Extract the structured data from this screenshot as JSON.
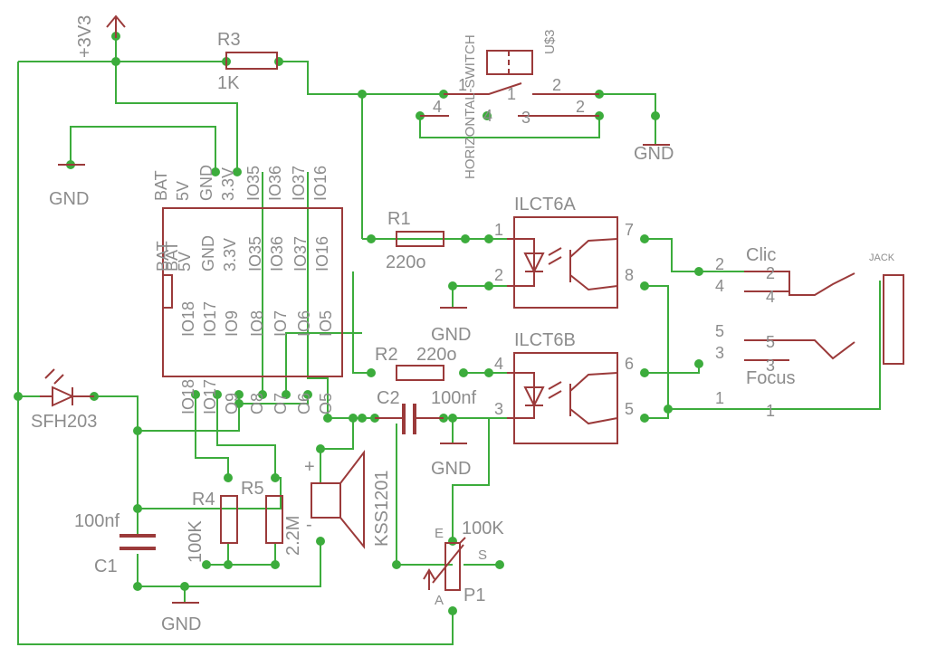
{
  "nets": {
    "supply": "+3V3",
    "gnd": "GND"
  },
  "chip": {
    "top_pins": [
      "BAT",
      "5V",
      "GND",
      "3.3V",
      "IO35",
      "IO36",
      "IO37",
      "IO16"
    ],
    "top_inner": [
      "BAT",
      "5V",
      "GND",
      "3.3V",
      "IO35",
      "IO36",
      "IO37",
      "IO16"
    ],
    "bottom_inner": [
      "IO18",
      "IO17",
      "IO9",
      "IO8",
      "IO7",
      "IO6",
      "IO5"
    ],
    "bottom_pins": [
      "IO18",
      "IO17",
      "O9",
      "O8",
      "O7",
      "O6",
      "O5"
    ],
    "left_label": "BAT"
  },
  "parts": {
    "r3": {
      "name": "R3",
      "value": "1K"
    },
    "r1": {
      "name": "R1",
      "value": "220o"
    },
    "r2": {
      "name": "R2",
      "value": "220o"
    },
    "r4": {
      "name": "R4",
      "value": "100K"
    },
    "r5": {
      "name": "R5",
      "value": "2.2M"
    },
    "c1": {
      "name": "C1",
      "value": "100nf"
    },
    "c2": {
      "name": "C2",
      "value": "100nf"
    },
    "p1": {
      "name": "P1",
      "value": "100K",
      "pin_e": "E",
      "pin_s": "S",
      "pin_a": "A"
    },
    "led": {
      "name": "SFH203"
    },
    "speaker": {
      "name": "KSS1201",
      "plus": "+",
      "minus": "-"
    },
    "switch": {
      "name": "U$3",
      "label": "HORIZONTAL-SWITCH",
      "pins": [
        "1",
        "2",
        "3",
        "4"
      ],
      "inner": [
        "1",
        "2",
        "3",
        "4"
      ]
    },
    "opto_a": {
      "name": "ILCT6A",
      "pins": [
        "1",
        "2",
        "7",
        "8"
      ]
    },
    "opto_b": {
      "name": "ILCT6B",
      "pins": [
        "4",
        "3",
        "6",
        "5"
      ]
    },
    "jack": {
      "name": "JACK",
      "pins": [
        "1",
        "1",
        "2",
        "2",
        "3",
        "3",
        "4",
        "4",
        "5",
        "5"
      ]
    }
  },
  "net_labels": {
    "clic": "Clic",
    "focus": "Focus"
  },
  "colors": {
    "wire": "#3cac3c",
    "part": "#9b3a3a",
    "text": "#8c8c8c",
    "background": "#ffffff"
  }
}
